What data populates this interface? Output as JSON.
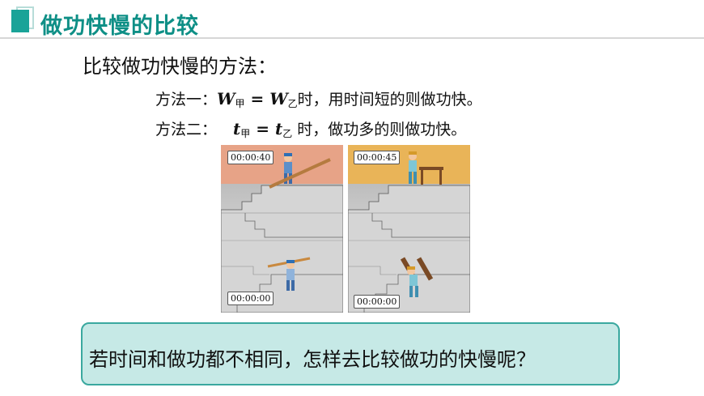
{
  "title": "做功快慢的比较",
  "heading": "比较做功快慢的方法：",
  "method1": {
    "prefix": "方法一：",
    "var1": "W",
    "sub1": "甲",
    "eq": " = ",
    "var2": "W",
    "sub2": "乙",
    "suffix": "时，用时间短的则做功快。"
  },
  "method2": {
    "prefix": "方法二：",
    "var1": "t",
    "sub1": "甲",
    "eq": " = ",
    "var2": "t",
    "sub2": "乙",
    "suffix": " 时，做功多的则做功快。"
  },
  "scenes": {
    "left": {
      "top_time": "00:00:40",
      "bottom_time": "00:00:00",
      "colors": {
        "wall": "#e7a387",
        "stairs": "#c8c8c8"
      }
    },
    "right": {
      "top_time": "00:00:45",
      "bottom_time": "00:00:00",
      "colors": {
        "wall": "#e9b458",
        "stairs": "#c8c8c8"
      }
    }
  },
  "question": "若时间和做功都不相同，怎样去比较做功的快慢呢？",
  "colors": {
    "accent": "#1aa398",
    "box_bg": "#c6e9e6",
    "box_border": "#3aa89f"
  }
}
